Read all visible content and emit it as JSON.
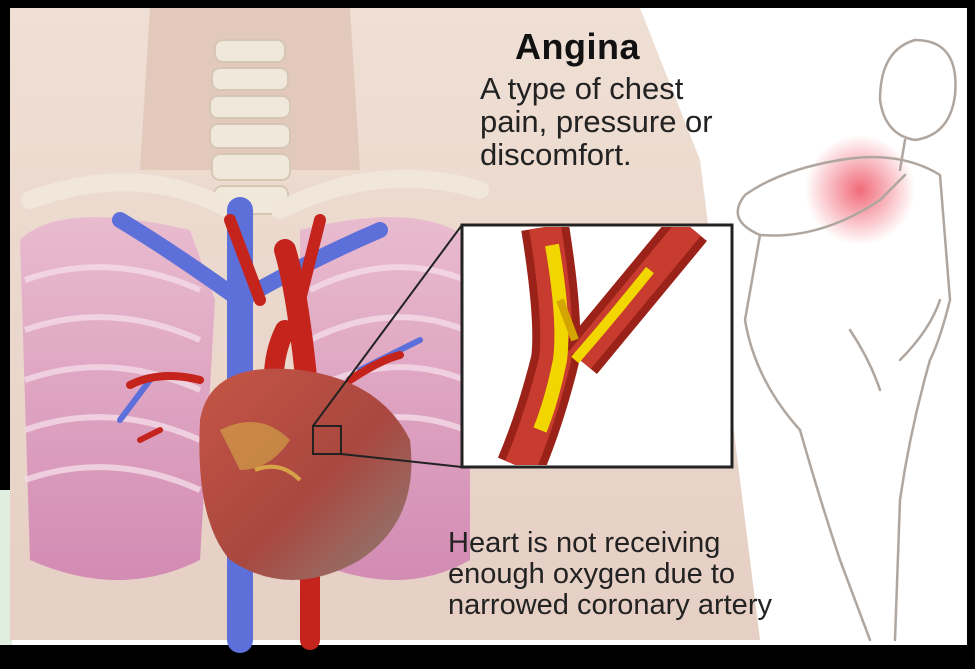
{
  "title": "Angina",
  "subtitle_lines": [
    "A type of chest",
    "pain, pressure or",
    "discomfort."
  ],
  "caption_lines": [
    "Heart is not receiving",
    "enough oxygen due to",
    "narrowed coronary artery"
  ],
  "colors": {
    "skin": "#ead3c6",
    "lung": "#d98fb9",
    "vein": "#5d6fd8",
    "artery": "#c4241c",
    "plaque": "#f2d600",
    "pain_glow": "#f05a6a"
  }
}
